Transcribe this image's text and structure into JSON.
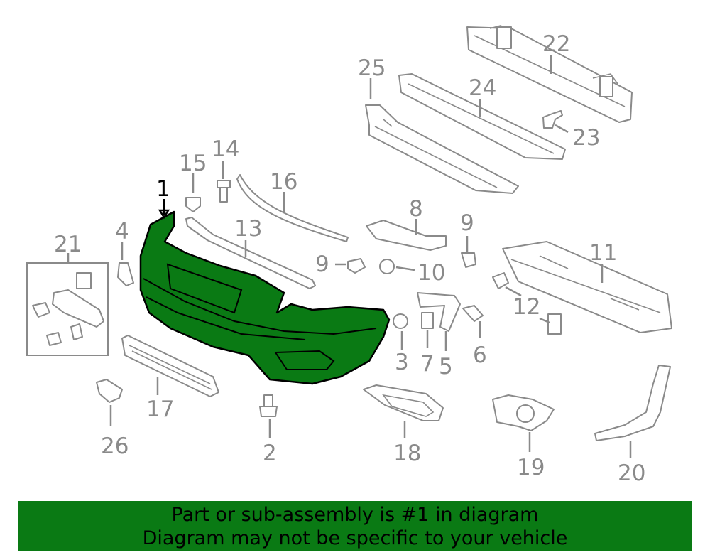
{
  "highlighted_part": "1",
  "colors": {
    "highlight": "#0a7a14",
    "line": "#8a8a8a",
    "callout_active": "#000000"
  },
  "callouts": {
    "c1": "1",
    "c2": "2",
    "c3": "3",
    "c4": "4",
    "c5": "5",
    "c6": "6",
    "c7": "7",
    "c8": "8",
    "c9a": "9",
    "c9b": "9",
    "c10": "10",
    "c11": "11",
    "c12": "12",
    "c13": "13",
    "c14": "14",
    "c15": "15",
    "c16": "16",
    "c17": "17",
    "c18": "18",
    "c19": "19",
    "c20": "20",
    "c21": "21",
    "c22": "22",
    "c23": "23",
    "c24": "24",
    "c25": "25",
    "c26": "26"
  },
  "banner": {
    "line1": "Part or sub-assembly is #1 in diagram",
    "line2": "Diagram may not be specific to your vehicle"
  }
}
